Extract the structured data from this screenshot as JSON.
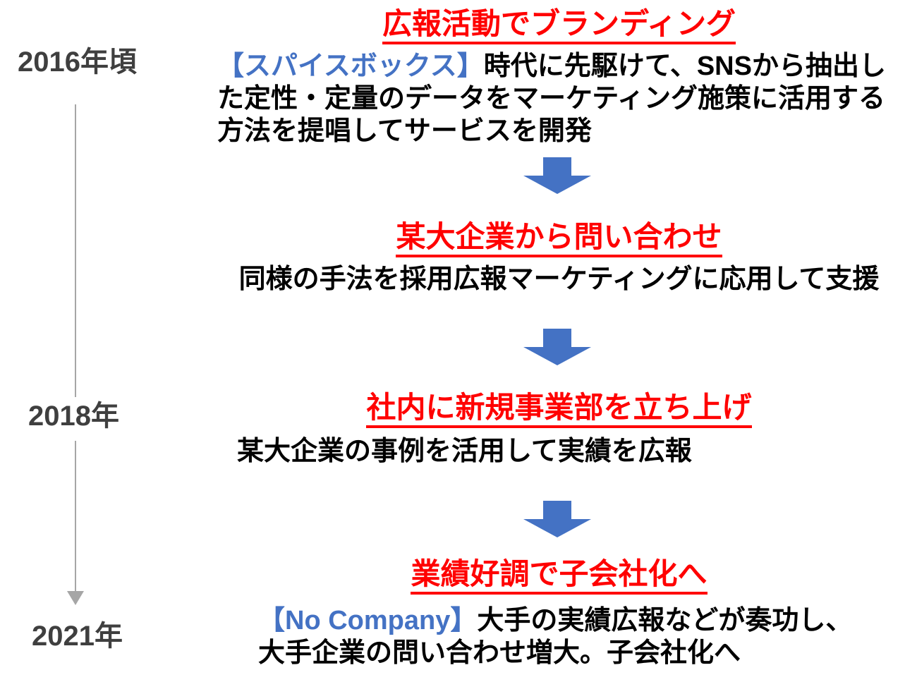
{
  "colors": {
    "title_red": "#FF0000",
    "accent_blue": "#4472C4",
    "timeline_gray": "#A6A6A6",
    "year_label_gray": "#3F3F3F"
  },
  "timeline": {
    "labels": [
      {
        "text": "2016年頃"
      },
      {
        "text": "2018年"
      },
      {
        "text": "2021年"
      }
    ],
    "arrow_icon": "down-arrow"
  },
  "stages": [
    {
      "title": "広報活動でブランディング",
      "body_prefix": "【スパイスボックス】",
      "body_lines": [
        "時代に先駆けて、SNSから抽出し",
        "た定性・定量のデータをマーケティング施策に活用する",
        "方法を提唱してサービスを開発"
      ]
    },
    {
      "title": "某大企業から問い合わせ",
      "body_lines": [
        "同様の手法を採用広報マーケティングに応用して支援"
      ]
    },
    {
      "title": "社内に新規事業部を立ち上げ",
      "body_lines": [
        "某大企業の事例を活用して実績を広報"
      ]
    },
    {
      "title": "業績好調で子会社化へ",
      "body_prefix": "【No Company】",
      "body_lines": [
        "大手の実績広報などが奏功し、",
        "大手企業の問い合わせ増大。子会社化へ"
      ]
    }
  ]
}
